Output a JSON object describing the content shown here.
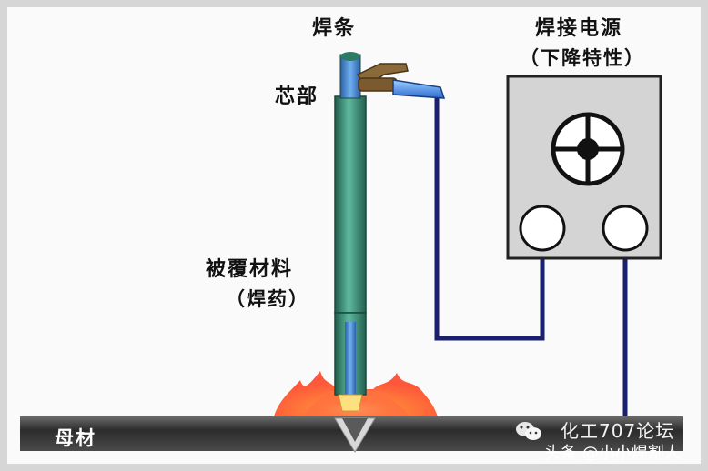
{
  "labels": {
    "rod": "焊条",
    "power_title": "焊接电源",
    "power_sub": "（下降特性）",
    "core": "芯部",
    "coating": "被覆材料",
    "coating_sub": "（焊药）",
    "base_metal": "母材"
  },
  "watermark": {
    "source": "化工707论坛",
    "author": "头条 @小小焊割人"
  },
  "colors": {
    "rod_coating": "#3f9a84",
    "rod_core": "#3a7fd0",
    "cable": "#1a1f6e",
    "flame": "#ff5a2a",
    "base_plate": "#3a3a3a"
  }
}
